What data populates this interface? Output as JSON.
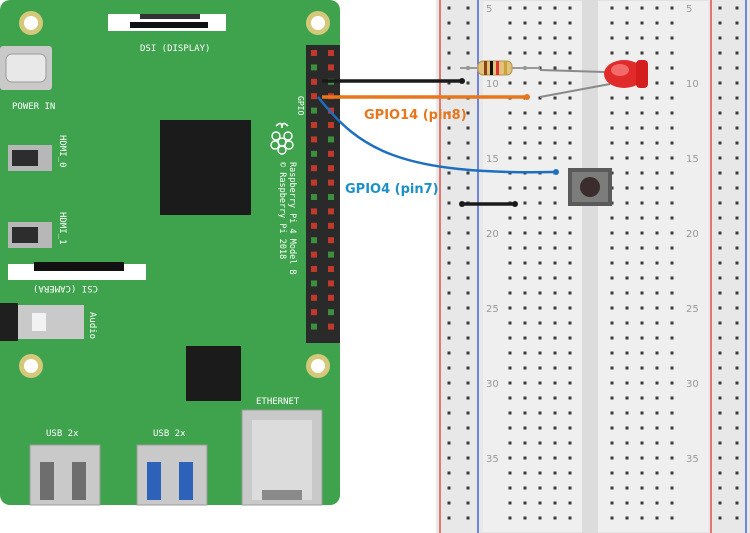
{
  "board": {
    "name": "Raspberry Pi 4 Model B",
    "copyright": "© Raspberry Pi 2018",
    "labels": {
      "dsi": "DSI (DISPLAY)",
      "power": "POWER IN",
      "hdmi0": "HDMI_0",
      "hdmi1": "HDMI_1",
      "csi": "CSI (CAMERA)",
      "audio": "Audio",
      "gpio": "GPIO",
      "ethernet": "ETHERNET",
      "usb_left": "USB 2x",
      "usb_right": "USB 2x"
    },
    "colors": {
      "pcb": "#3fa34d",
      "pin_red": "#c0392b",
      "pin_green": "#3c8f3c"
    }
  },
  "breadboard": {
    "row_numbers_left": [
      "5",
      "10",
      "15",
      "20",
      "25",
      "30",
      "35"
    ],
    "row_numbers_right": [
      "5",
      "10",
      "15",
      "20",
      "25",
      "30",
      "35"
    ],
    "colors": {
      "rail_red": "#e0463c",
      "rail_blue": "#3c5bd6",
      "hole": "#3a3a3a"
    }
  },
  "wires": {
    "gpio14": {
      "label": "GPIO14 (pin8)",
      "color": "#e8761c"
    },
    "gpio4": {
      "label": "GPIO4 (pin7)",
      "color": "#1e90c8"
    },
    "ground": {
      "color": "#1a1a1a"
    }
  },
  "components": [
    "resistor",
    "red-led",
    "push-button"
  ]
}
